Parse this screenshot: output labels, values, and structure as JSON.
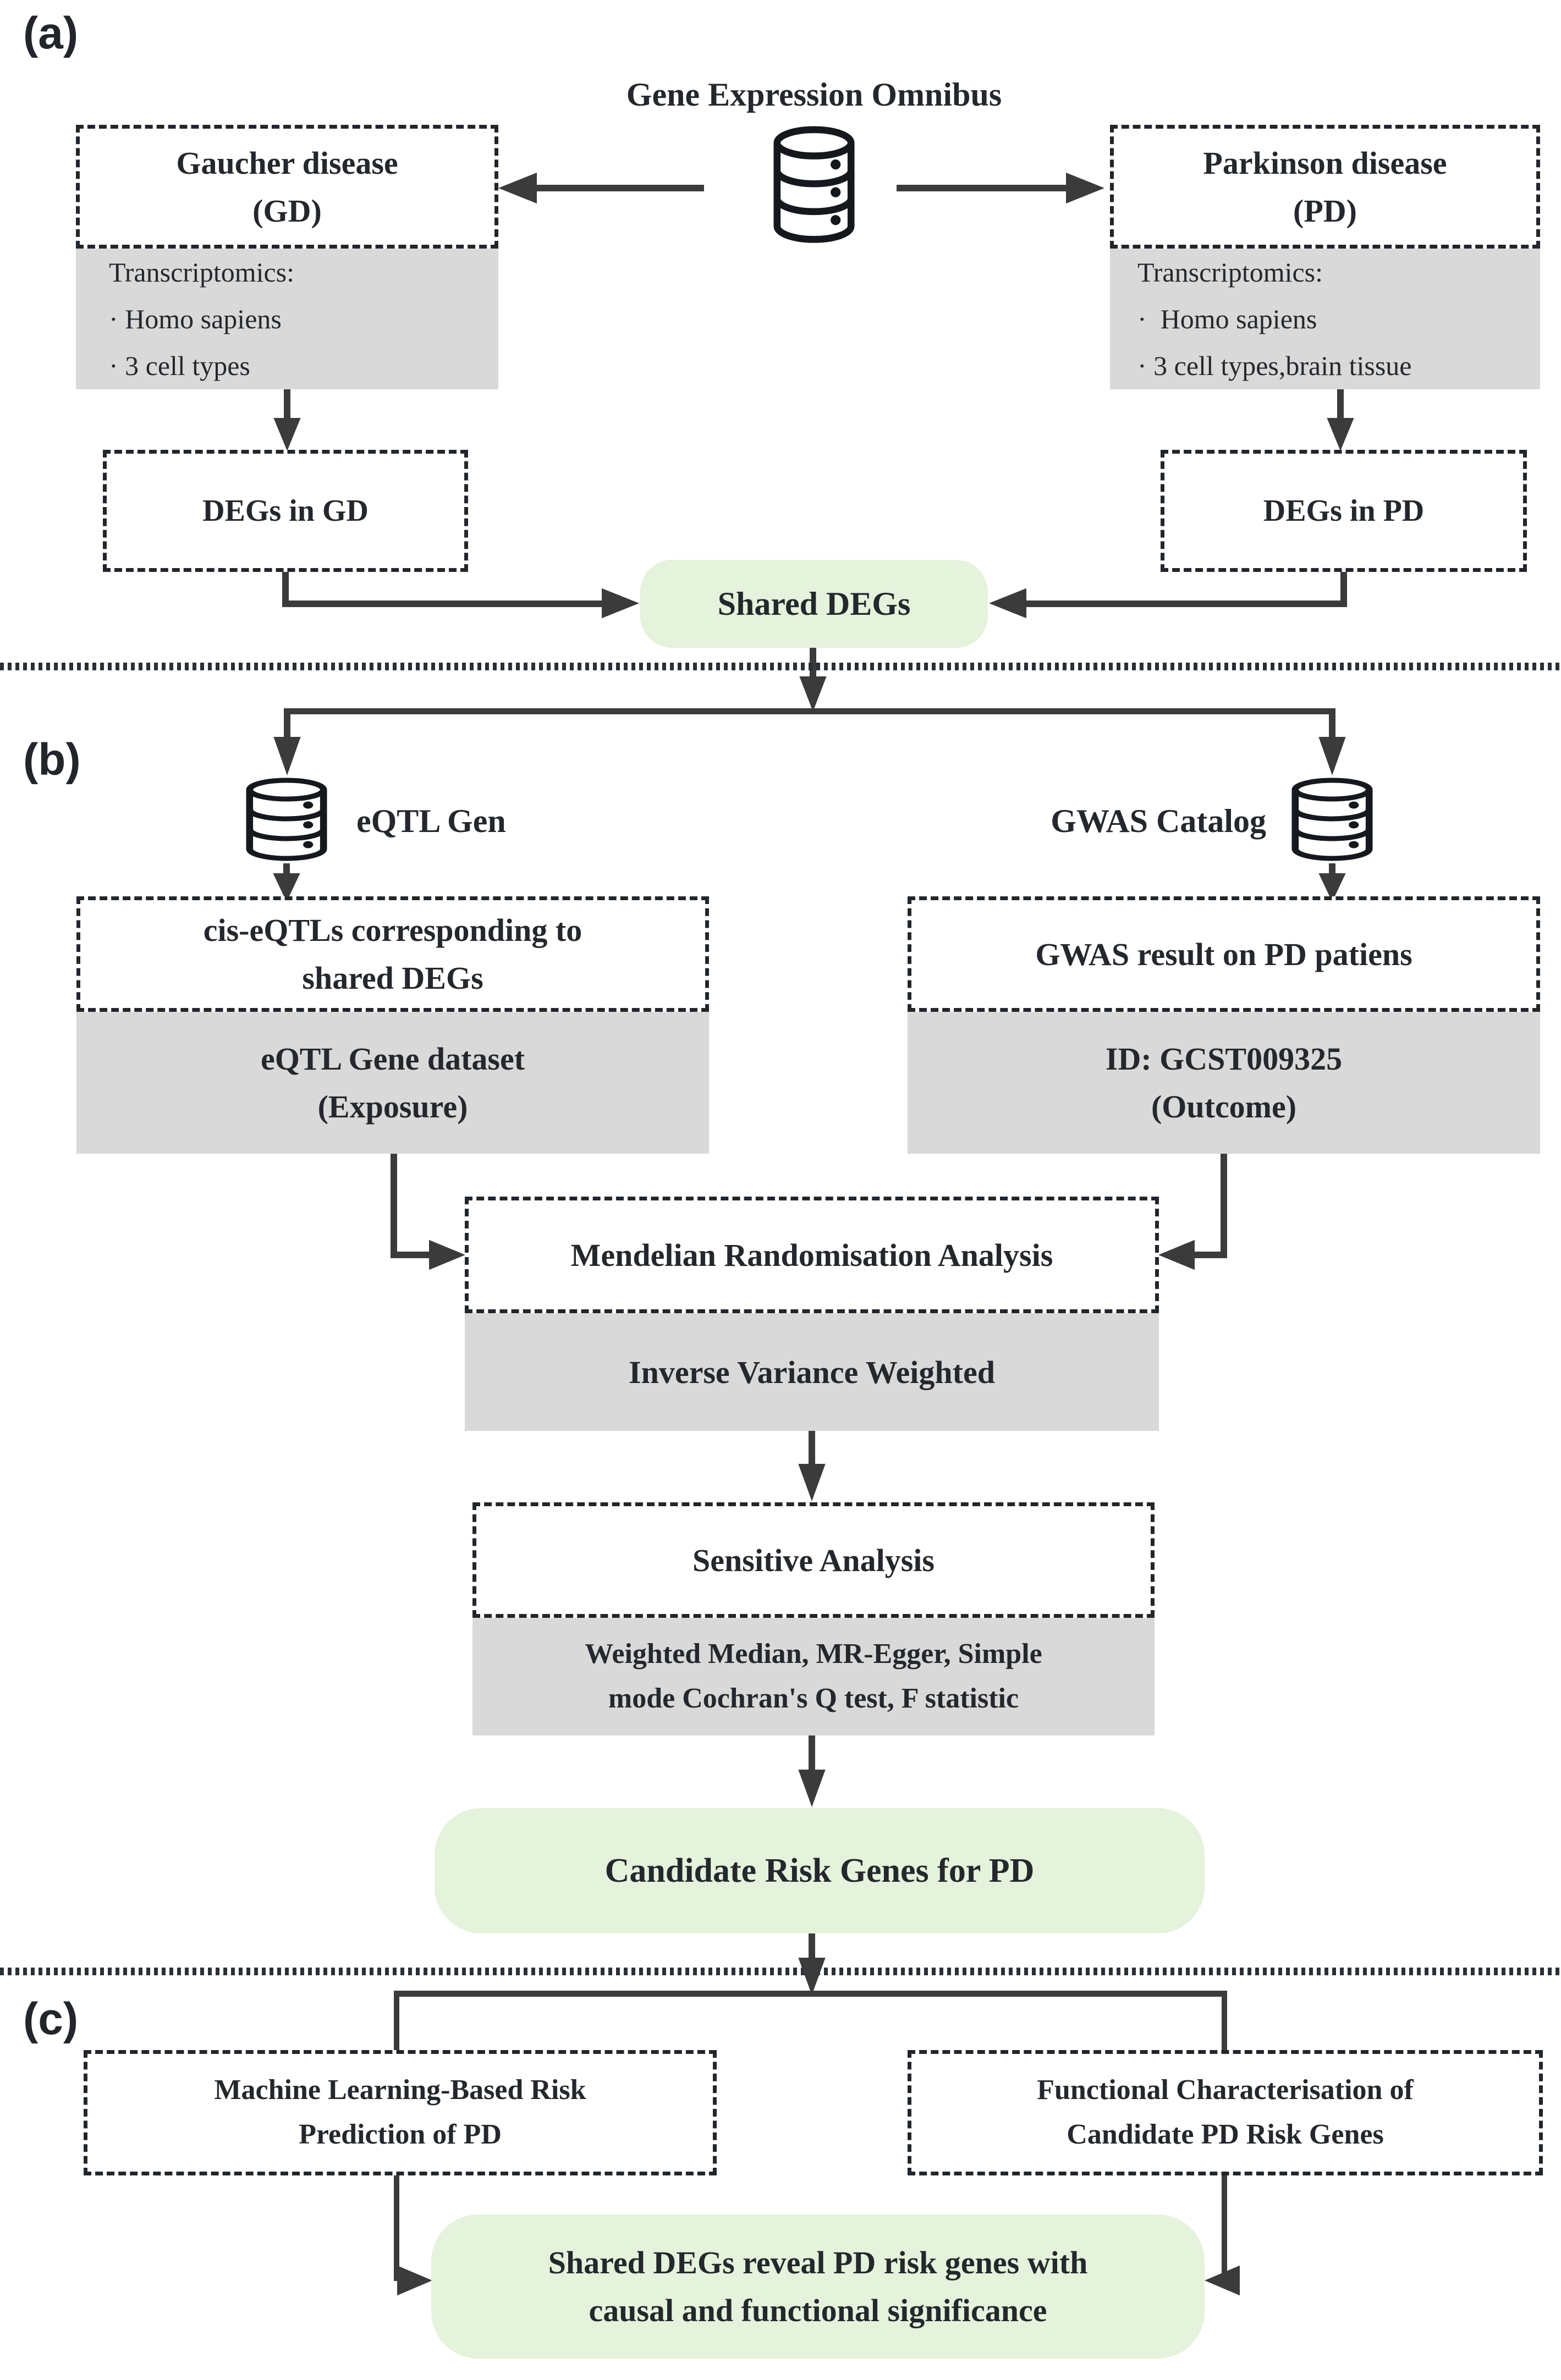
{
  "colors": {
    "ink": "#24282c",
    "dash_border": "#22262b",
    "arrow": "#3b3b3b",
    "gray_fill": "#d9d9d9",
    "green_fill": "#e5f2dc"
  },
  "section_a": {
    "label": "(a)",
    "geo": {
      "title": "Gene Expression Omnibus",
      "icon": "database-icon"
    },
    "gaucher": {
      "title": "Gaucher disease",
      "subtitle": "(GD)",
      "details": [
        "Transcriptomics:",
        "· Homo sapiens",
        "· 3 cell types"
      ]
    },
    "parkinson": {
      "title": "Parkinson disease",
      "subtitle": "(PD)",
      "details": [
        "Transcriptomics:",
        "·  Homo sapiens",
        "· 3 cell types,brain tissue"
      ]
    },
    "degs_gd": "DEGs in GD",
    "degs_pd": "DEGs in PD",
    "shared_degs": "Shared DEGs"
  },
  "section_b": {
    "label": "(b)",
    "eqtl_db": "eQTL Gen",
    "gwas_db": "GWAS Catalog",
    "cis_eqtl": {
      "line1": "cis-eQTLs corresponding to",
      "line2": "shared DEGs"
    },
    "exposure": {
      "line1": "eQTL Gene dataset",
      "line2": "(Exposure)"
    },
    "gwas_result": "GWAS result on PD patiens",
    "outcome": {
      "line1": "ID: GCST009325",
      "line2": "(Outcome)"
    },
    "mr": "Mendelian Randomisation Analysis",
    "ivw": "Inverse Variance Weighted",
    "sensitivity": "Sensitive Analysis",
    "sensitivity_methods": {
      "line1": "Weighted Median, MR-Egger, Simple",
      "line2": "mode Cochran's Q test, F statistic"
    },
    "candidate": "Candidate Risk Genes for PD"
  },
  "section_c": {
    "label": "(c)",
    "ml": {
      "line1": "Machine Learning-Based Risk",
      "line2": "Prediction of PD"
    },
    "functional": {
      "line1": "Functional Characterisation of",
      "line2": "Candidate PD Risk Genes"
    },
    "conclusion": {
      "line1": "Shared DEGs reveal PD risk genes with",
      "line2": "causal and functional significance"
    }
  }
}
